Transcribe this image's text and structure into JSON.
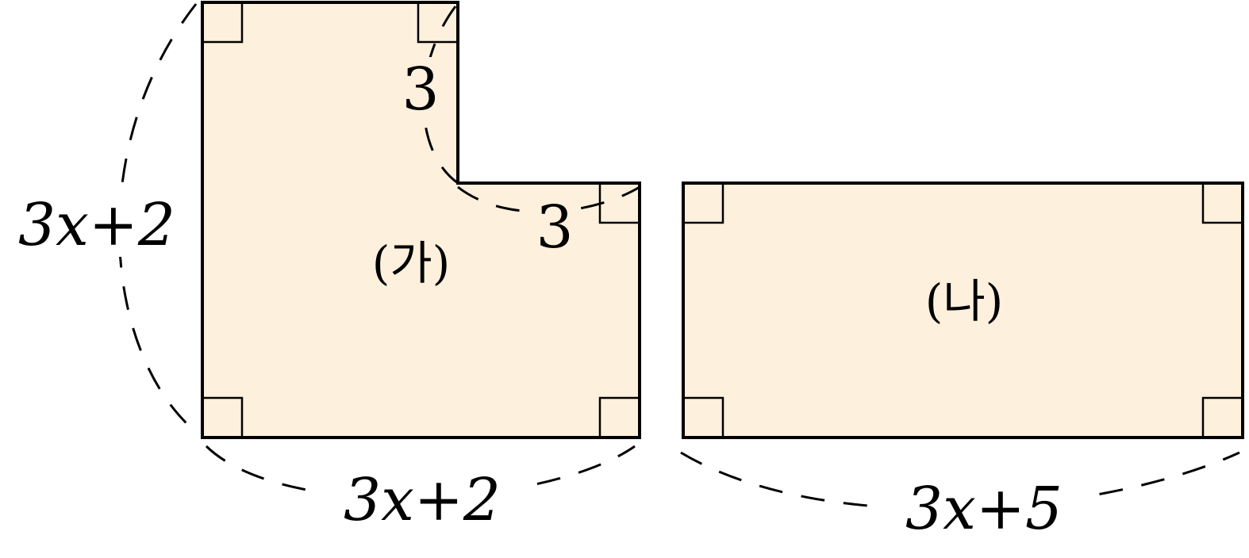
{
  "figure_a": {
    "name": "(가)",
    "left_height": "3x+2",
    "bottom_width": "3x+2",
    "notch_height": "3",
    "notch_width": "3"
  },
  "figure_b": {
    "name": "(나)",
    "bottom_width": "3x+5"
  },
  "colors": {
    "fill": "#FDF0DC",
    "stroke": "#000000"
  }
}
